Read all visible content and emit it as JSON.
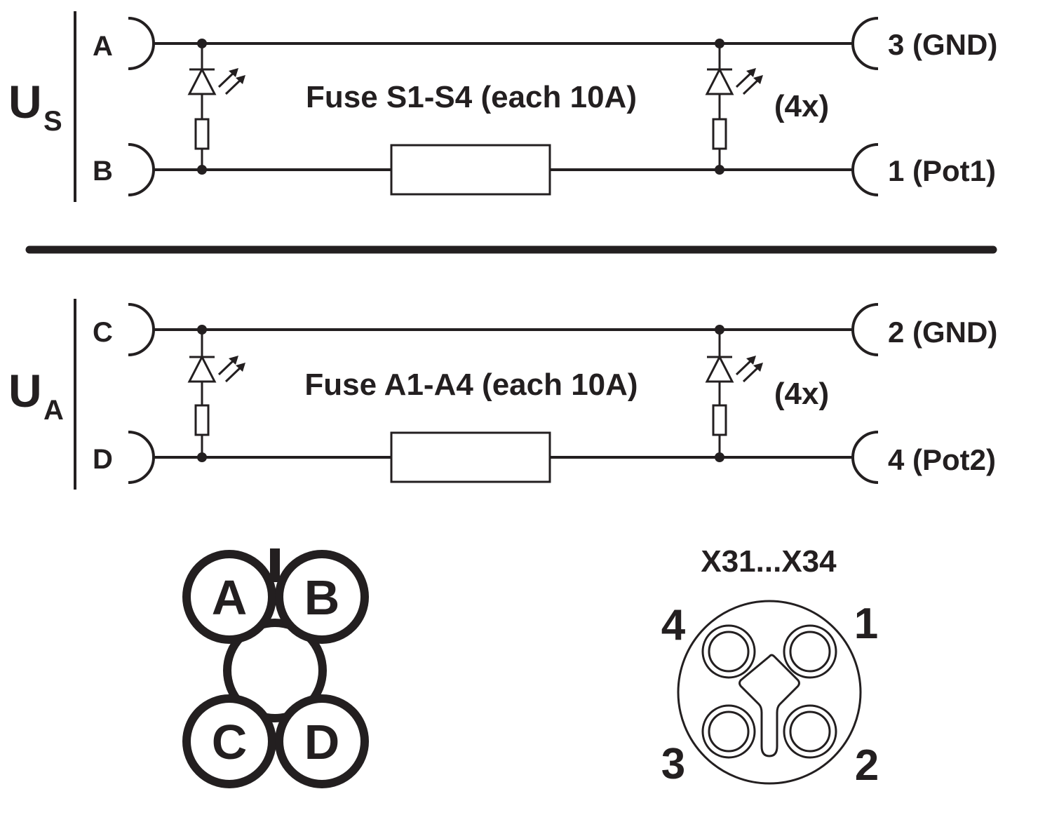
{
  "colors": {
    "ink": "#231f20",
    "background": "#ffffff"
  },
  "circuit_s": {
    "supply_symbol": "U",
    "supply_subscript": "S",
    "left_terminals": [
      "A",
      "B"
    ],
    "right_terminals": [
      "3 (GND)",
      "1 (Pot1)"
    ],
    "fuse_label": "Fuse S1-S4 (each 10A)",
    "multiplier": "(4x)"
  },
  "circuit_a": {
    "supply_symbol": "U",
    "supply_subscript": "A",
    "left_terminals": [
      "C",
      "D"
    ],
    "right_terminals": [
      "2 (GND)",
      "4 (Pot2)"
    ],
    "fuse_label": "Fuse A1-A4 (each 10A)",
    "multiplier": "(4x)"
  },
  "power_connector": {
    "pins": [
      "A",
      "B",
      "C",
      "D"
    ]
  },
  "m12_connector": {
    "title": "X31...X34",
    "pin_numbers": [
      "4",
      "1",
      "3",
      "2"
    ]
  }
}
